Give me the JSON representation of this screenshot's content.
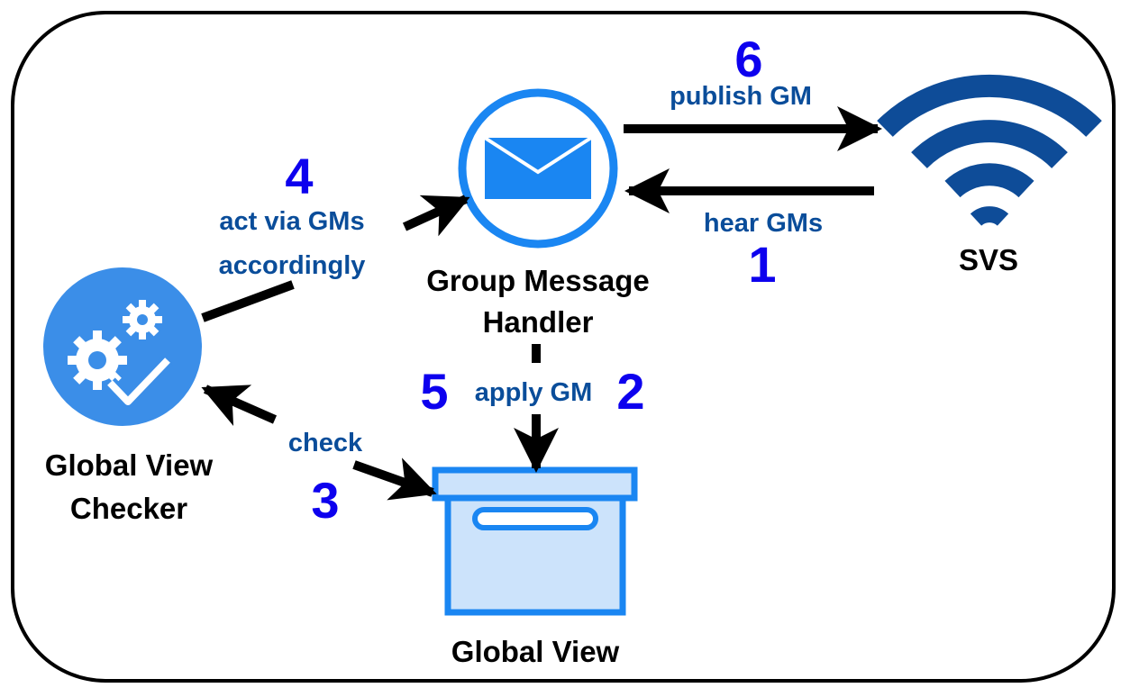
{
  "nodes": {
    "group_message_handler": {
      "label_line1": "Group Message",
      "label_line2": "Handler",
      "icon": "envelope-icon"
    },
    "svs": {
      "label": "SVS",
      "icon": "wifi-icon"
    },
    "global_view_checker": {
      "label_line1": "Global View",
      "label_line2": "Checker",
      "icon": "gears-check-icon"
    },
    "global_view": {
      "label": "Global View",
      "icon": "archive-box-icon"
    }
  },
  "edges": {
    "publish_gm": {
      "label": "publish GM",
      "step": "6"
    },
    "hear_gms": {
      "label": "hear GMs",
      "step": "1"
    },
    "act_via_gms": {
      "label_line1": "act via GMs",
      "label_line2": "accordingly",
      "step": "4"
    },
    "apply_gm": {
      "label": "apply GM",
      "step_left": "5",
      "step_right": "2"
    },
    "check": {
      "label": "check",
      "step": "3"
    }
  },
  "colors": {
    "icon_blue": "#1a86f2",
    "checker_blue": "#3b8ee8",
    "wifi_navy": "#0e4c98",
    "box_fill": "#cce3fb",
    "edge_label": "#0a4d9a",
    "step_number": "#0d00ee"
  }
}
